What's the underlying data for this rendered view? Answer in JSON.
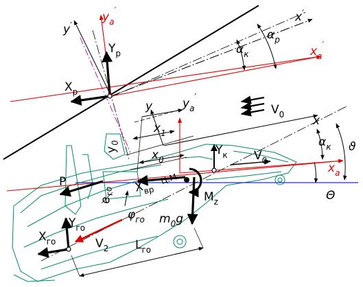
{
  "diagram": {
    "labels": {
      "y_a_prime_top": "y",
      "y_a_prime_top_sub": "a",
      "y_prime_top": "y",
      "x_prime_top": "x",
      "alpha_p": "α",
      "alpha_p_sub": "p",
      "alpha_k_top": "α",
      "alpha_k_top_sub": "к",
      "x_a_prime_top": "x",
      "x_a_prime_top_sub": "a",
      "Y_p": "Y",
      "Y_p_sub": "р",
      "X_p": "X",
      "X_p_sub": "р",
      "y_mid": "y",
      "y_a_prime_mid": "y",
      "y_a_prime_mid_sub": "a",
      "V0_top": "V",
      "V0_top_sub": "0",
      "x1": "x",
      "x1_sub": "1",
      "x0": "x",
      "x0_sub": "0",
      "Y_k": "Y",
      "Y_k_sub": "к",
      "V0_mid": "V",
      "V0_mid_sub": "0",
      "x_right": "x",
      "alpha_k_right": "α",
      "alpha_k_right_sub": "к",
      "theta_small": "ϑ",
      "x_a_right": "x",
      "x_a_right_sub": "a",
      "y0_rot": "y",
      "y0_rot_sub": "0",
      "cm": "Ц.М.",
      "X_vr": "X",
      "X_vr_sub": "вр",
      "M_z": "M",
      "M_z_sub": "z",
      "Theta": "Θ",
      "P": "P",
      "e_ro": "e",
      "e_ro_sub": "го",
      "phi_ro": "φ",
      "phi_ro_sub": "го",
      "m0g": "m",
      "m0g_sub": "0",
      "m0g_g": "g",
      "X_ro": "X",
      "X_ro_sub": "го",
      "Y_ro": "Y",
      "Y_ro_sub": "го",
      "V2": "V",
      "V2_sub": "2",
      "L_ro": "L",
      "L_ro_sub": "го"
    },
    "colors": {
      "axis_red": "#e00000",
      "fuselage": "#008a6e",
      "horizon_blue": "#1f2fd8",
      "rotor_dashdot": "#c000c0",
      "ink": "#000000"
    }
  }
}
